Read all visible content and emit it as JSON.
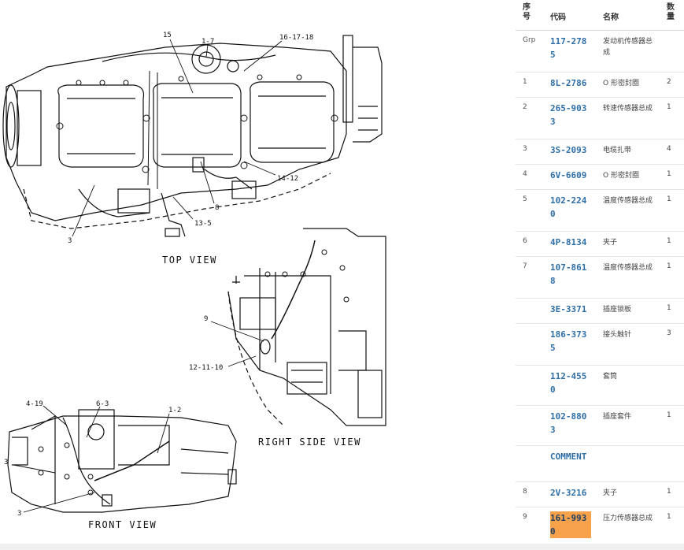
{
  "diagram": {
    "views": {
      "top": "TOP VIEW",
      "right": "RIGHT SIDE VIEW",
      "front": "FRONT VIEW"
    },
    "callouts": {
      "c15": "15",
      "c1_7": "1-7",
      "c16_17_18": "16-17-18",
      "c14_12": "14-12",
      "c8": "8",
      "c13_5": "13-5",
      "c3_top": "3",
      "c9": "9",
      "c12_11_10": "12-11-10",
      "c4_19": "4-19",
      "c6_3": "6-3",
      "c1_2": "1-2",
      "c3_front_a": "3",
      "c3_front_b": "3"
    }
  },
  "parts_table": {
    "headers": {
      "seq": "序号",
      "code": "代码",
      "name": "名称",
      "qty": "数量"
    },
    "rows": [
      {
        "seq": "Grp",
        "code": "117-2785",
        "name": "发动机传感器总成",
        "qty": ""
      },
      {
        "seq": "1",
        "code": "8L-2786",
        "name": "O 形密封圈",
        "qty": "2"
      },
      {
        "seq": "2",
        "code": "265-9033",
        "name": "转速传感器总成",
        "qty": "1"
      },
      {
        "seq": "3",
        "code": "3S-2093",
        "name": "电缆扎带",
        "qty": "4"
      },
      {
        "seq": "4",
        "code": "6V-6609",
        "name": "O 形密封圈",
        "qty": "1"
      },
      {
        "seq": "5",
        "code": "102-2240",
        "name": "温度传感器总成",
        "qty": "1"
      },
      {
        "seq": "6",
        "code": "4P-8134",
        "name": "夹子",
        "qty": "1"
      },
      {
        "seq": "7",
        "code": "107-8618",
        "name": "温度传感器总成",
        "qty": "1"
      },
      {
        "seq": "",
        "code": "3E-3371",
        "name": "插座锁板",
        "qty": "1"
      },
      {
        "seq": "",
        "code": "186-3735",
        "name": "接头触针",
        "qty": "3"
      },
      {
        "seq": "",
        "code": "112-4550",
        "name": "套筒",
        "qty": ""
      },
      {
        "seq": "",
        "code": "102-8803",
        "name": "插座套件",
        "qty": "1"
      },
      {
        "seq": "",
        "code": "COMMENT",
        "name": "",
        "qty": ""
      },
      {
        "seq": "8",
        "code": "2V-3216",
        "name": "夹子",
        "qty": "1"
      },
      {
        "seq": "9",
        "code": "161-9930",
        "name": "压力传感器总成",
        "qty": "1"
      }
    ],
    "highlight_color": "#f7a24a",
    "link_color": "#2f6fa7"
  }
}
